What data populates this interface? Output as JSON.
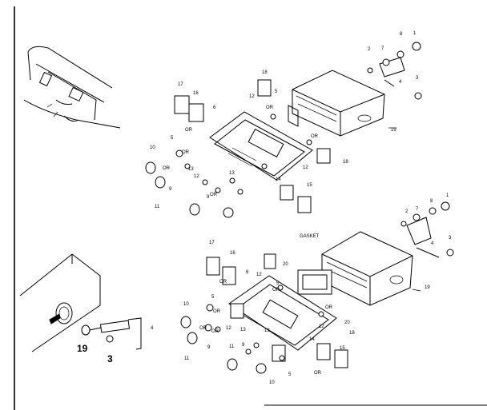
{
  "callouts": {
    "inset_top": [],
    "inset_bottom": [
      "19",
      "3",
      "4"
    ],
    "top_assembly": [
      "1",
      "2",
      "3",
      "4",
      "5",
      "5",
      "6",
      "7",
      "8",
      "9",
      "9",
      "10",
      "11",
      "12",
      "12",
      "12",
      "13",
      "13",
      "14",
      "15",
      "16",
      "17",
      "18",
      "18",
      "19",
      "OR",
      "OR",
      "OR",
      "OR",
      "OR",
      "OR"
    ],
    "bottom_assembly": [
      "1",
      "2",
      "3",
      "4",
      "5",
      "5",
      "5",
      "6",
      "7",
      "8",
      "9",
      "9",
      "10",
      "10",
      "11",
      "11",
      "12",
      "12",
      "12",
      "13",
      "13",
      "14",
      "15",
      "16",
      "17",
      "18",
      "19",
      "20",
      "20",
      "OR",
      "OR",
      "OR",
      "OR",
      "OR",
      "OR",
      "OR"
    ]
  },
  "gasket_label": "GASKET",
  "colors": {
    "line": "#000000",
    "background": "#ffffff"
  }
}
